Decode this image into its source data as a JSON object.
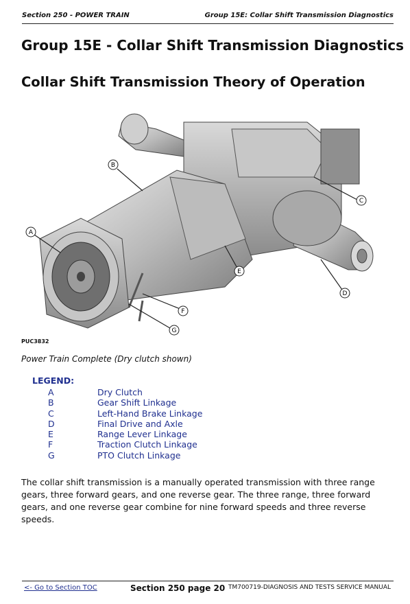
{
  "header": {
    "left": "Section 250 - POWER TRAIN",
    "right": "Group 15E: Collar Shift Transmission Diagnostics"
  },
  "title": "Group 15E - Collar Shift Transmission Diagnostics",
  "subtitle": "Collar Shift Transmission Theory of Operation",
  "figure": {
    "code": "PUC3832",
    "caption": "Power Train Complete (Dry clutch shown)",
    "callouts": [
      "A",
      "B",
      "C",
      "D",
      "E",
      "F",
      "G"
    ]
  },
  "legend": {
    "title": "LEGEND:",
    "items": [
      {
        "key": "A",
        "label": "Dry Clutch"
      },
      {
        "key": "B",
        "label": "Gear Shift Linkage"
      },
      {
        "key": "C",
        "label": "Left-Hand Brake Linkage"
      },
      {
        "key": "D",
        "label": "Final Drive and Axle"
      },
      {
        "key": "E",
        "label": "Range Lever Linkage"
      },
      {
        "key": "F",
        "label": "Traction Clutch Linkage"
      },
      {
        "key": "G",
        "label": "PTO Clutch Linkage"
      }
    ]
  },
  "body": "The collar shift transmission is a manually operated transmission with three range gears, three forward gears, and one reverse gear. The three range, three forward gears, and one reverse gear combine for nine forward speeds and three reverse speeds.",
  "footer": {
    "link": "<- Go to Section TOC",
    "page": "Section 250 page 20",
    "manual": "TM700719-DIAGNOSIS AND TESTS SERVICE MANUAL"
  }
}
